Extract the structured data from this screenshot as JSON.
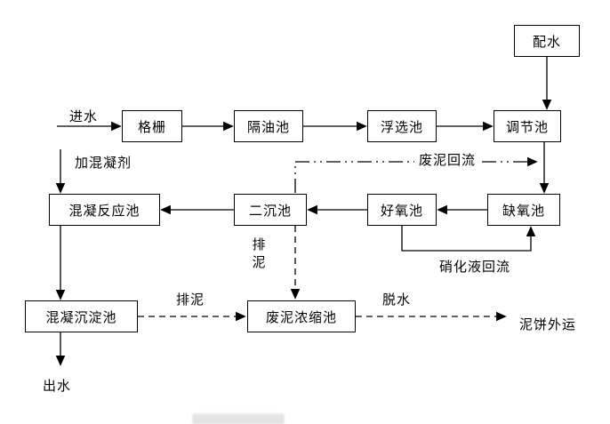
{
  "diagram": {
    "boxes": {
      "distribution": "配水",
      "screen": "格栅",
      "oil_separation": "隔油池",
      "flotation": "浮选池",
      "regulation": "调节池",
      "coagulation_reaction": "混凝反应池",
      "secondary_sedimentation": "二沉池",
      "aerobic": "好氧池",
      "anoxic": "缺氧池",
      "coagulation_sedimentation": "混凝沉淀池",
      "sludge_thickening": "废泥浓缩池"
    },
    "labels": {
      "inflow": "进水",
      "add_coagulant": "加混凝剂",
      "waste_sludge_return": "废泥回流",
      "sludge_discharge_vertical": "排泥",
      "nitrified_liquid_return": "硝化液回流",
      "sludge_discharge_horizontal": "排泥",
      "dewatering": "脱水",
      "sludge_cake_out": "泥饼外运",
      "outflow": "出水"
    },
    "colors": {
      "line": "#000000",
      "text": "#000000",
      "background": "#ffffff"
    }
  }
}
